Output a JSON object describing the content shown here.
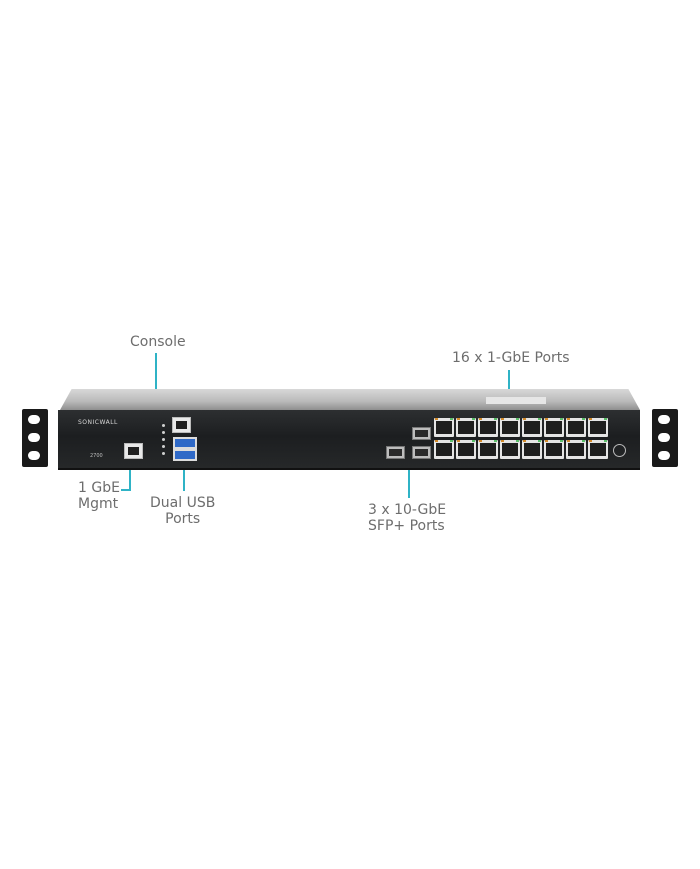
{
  "product": {
    "brand": "SONICWALL",
    "model": "2700"
  },
  "callouts": {
    "console": "Console",
    "mgmt_line1": "1 GbE",
    "mgmt_line2": "Mgmt",
    "usb_line1": "Dual USB",
    "usb_line2": "Ports",
    "gbe_ports": "16 x 1-GbE Ports",
    "sfp_line1": "3 x 10-GbE",
    "sfp_line2": "SFP+ Ports"
  },
  "colors": {
    "callout_line": "#2fb3c6",
    "callout_text": "#6d6d6d",
    "chassis": "#1f2123",
    "background": "#ffffff"
  },
  "ports": {
    "rj45_count": 16,
    "sfp_count": 3,
    "usb_count": 2,
    "status_leds": 5
  }
}
